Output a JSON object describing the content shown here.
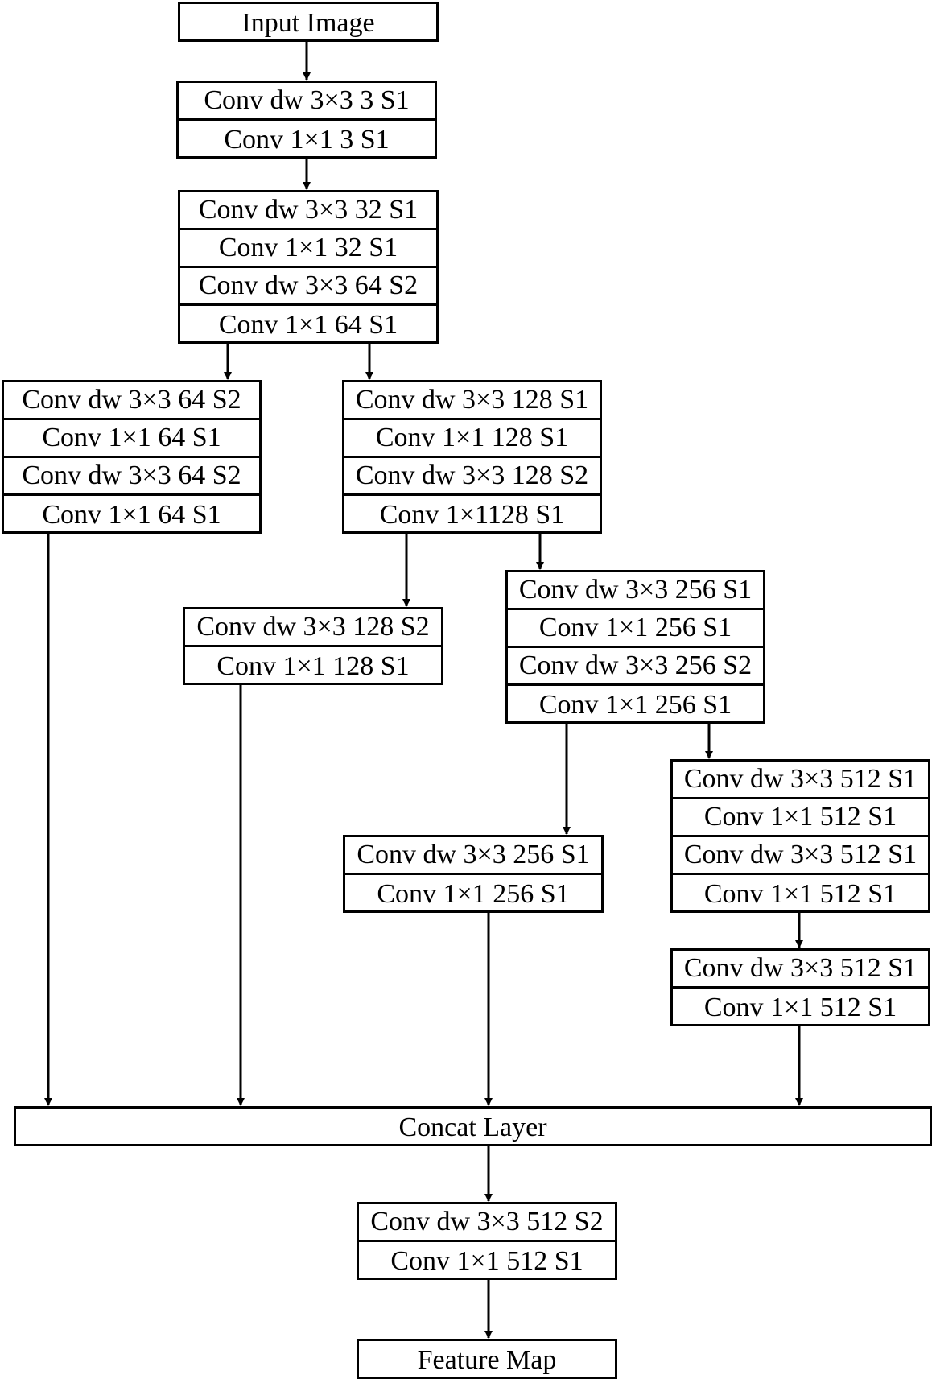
{
  "diagram": {
    "input": {
      "rows": [
        "Input Image"
      ]
    },
    "stem1": {
      "rows": [
        "Conv dw 3×3 3 S1",
        "Conv 1×1 3 S1"
      ]
    },
    "stem2": {
      "rows": [
        "Conv dw 3×3 32 S1",
        "Conv 1×1 32 S1",
        "Conv dw 3×3 64 S2",
        "Conv 1×1 64 S1"
      ]
    },
    "branch_a": {
      "rows": [
        "Conv dw 3×3 64 S2",
        "Conv 1×1 64 S1",
        "Conv dw 3×3 64 S2",
        "Conv 1×1 64 S1"
      ]
    },
    "branch_b": {
      "rows": [
        "Conv dw 3×3 128 S1",
        "Conv 1×1 128 S1",
        "Conv dw 3×3 128 S2",
        "Conv 1×1128 S1"
      ]
    },
    "branch_b1": {
      "rows": [
        "Conv dw 3×3 128 S2",
        "Conv 1×1 128 S1"
      ]
    },
    "branch_c": {
      "rows": [
        "Conv dw 3×3 256 S1",
        "Conv 1×1 256 S1",
        "Conv dw 3×3 256 S2",
        "Conv 1×1 256 S1"
      ]
    },
    "branch_c1": {
      "rows": [
        "Conv dw 3×3 256 S1",
        "Conv 1×1 256 S1"
      ]
    },
    "branch_d": {
      "rows": [
        "Conv dw 3×3 512 S1",
        "Conv 1×1 512 S1",
        "Conv dw 3×3 512 S1",
        "Conv 1×1 512 S1"
      ]
    },
    "branch_d1": {
      "rows": [
        "Conv dw 3×3 512 S1",
        "Conv 1×1 512 S1"
      ]
    },
    "concat": {
      "rows": [
        "Concat Layer"
      ]
    },
    "head": {
      "rows": [
        "Conv dw 3×3 512 S2",
        "Conv 1×1 512 S1"
      ]
    },
    "output": {
      "rows": [
        "Feature Map"
      ]
    }
  }
}
